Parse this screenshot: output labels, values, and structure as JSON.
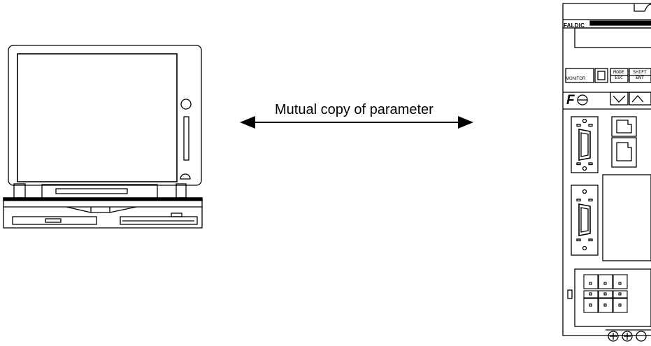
{
  "arrow": {
    "label": "Mutual copy of parameter"
  },
  "servo_amplifier": {
    "brand": "FALDIC",
    "monitor_label": "MONITOR",
    "keys": [
      {
        "top": "MODE",
        "bottom": "ESC"
      },
      {
        "top": "SHIFT",
        "bottom": "ENT"
      }
    ]
  }
}
